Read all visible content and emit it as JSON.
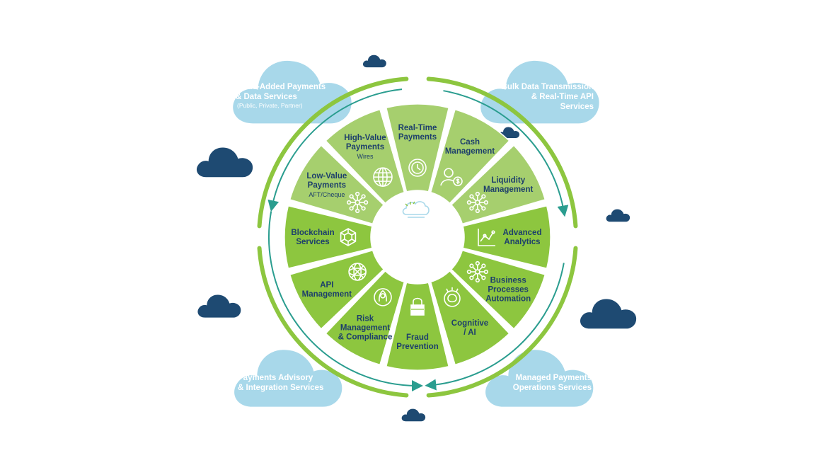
{
  "colors": {
    "light_green": "#a6cf6e",
    "mid_green": "#8dc63f",
    "ring_green": "#8dc63f",
    "teal_arrow": "#2a9d8f",
    "cloud_light": "#a8d8ea",
    "cloud_dark": "#1e4a72",
    "text_dark": "#1d3f6b"
  },
  "center_icon": "cloud-icon",
  "segments": [
    {
      "id": "real-time-payments",
      "title_lines": [
        "Real-Time",
        "Payments"
      ],
      "sub": "",
      "icon": "clock-icon",
      "shade": "light"
    },
    {
      "id": "cash-management",
      "title_lines": [
        "Cash",
        "Management"
      ],
      "sub": "",
      "icon": "person-dollar-icon",
      "shade": "light"
    },
    {
      "id": "liquidity-management",
      "title_lines": [
        "Liquidity",
        "Management"
      ],
      "sub": "",
      "icon": "network-icon",
      "shade": "light"
    },
    {
      "id": "advanced-analytics",
      "title_lines": [
        "Advanced",
        "Analytics"
      ],
      "sub": "",
      "icon": "line-chart-icon",
      "shade": "mid"
    },
    {
      "id": "business-processes-automation",
      "title_lines": [
        "Business",
        "Processes",
        "Automation"
      ],
      "sub": "",
      "icon": "process-network-icon",
      "shade": "mid"
    },
    {
      "id": "cognitive-ai",
      "title_lines": [
        "Cognitive",
        "/ AI"
      ],
      "sub": "",
      "icon": "cognitive-icon",
      "shade": "mid"
    },
    {
      "id": "fraud-prevention",
      "title_lines": [
        "Fraud",
        "Prevention"
      ],
      "sub": "",
      "icon": "lock-icon",
      "shade": "mid"
    },
    {
      "id": "risk-management-compliance",
      "title_lines": [
        "Risk",
        "Management",
        "& Compliance"
      ],
      "sub": "",
      "icon": "shield-icon",
      "shade": "mid"
    },
    {
      "id": "api-management",
      "title_lines": [
        "API",
        "Management"
      ],
      "sub": "",
      "icon": "mesh-icon",
      "shade": "mid"
    },
    {
      "id": "blockchain-services",
      "title_lines": [
        "Blockchain",
        "Services"
      ],
      "sub": "",
      "icon": "blockchain-icon",
      "shade": "mid"
    },
    {
      "id": "low-value-payments",
      "title_lines": [
        "Low-Value",
        "Payments"
      ],
      "sub": "AFT/Cheque",
      "icon": "network-icon",
      "shade": "light"
    },
    {
      "id": "high-value-payments",
      "title_lines": [
        "High-Value",
        "Payments"
      ],
      "sub": "Wires",
      "icon": "globe-icon",
      "shade": "light"
    }
  ],
  "corner_clouds": [
    {
      "id": "value-added",
      "title_lines": [
        "Value-Added Payments",
        "& Data Services"
      ],
      "sub": "(Public, Private, Partner)"
    },
    {
      "id": "bulk-data",
      "title_lines": [
        "Bulk Data Transmission",
        "& Real-Time API",
        "Services"
      ],
      "sub": ""
    },
    {
      "id": "advisory",
      "title_lines": [
        "Payments Advisory",
        "& Integration Services"
      ],
      "sub": ""
    },
    {
      "id": "managed",
      "title_lines": [
        "Managed Payments",
        "Operations Services"
      ],
      "sub": ""
    }
  ]
}
